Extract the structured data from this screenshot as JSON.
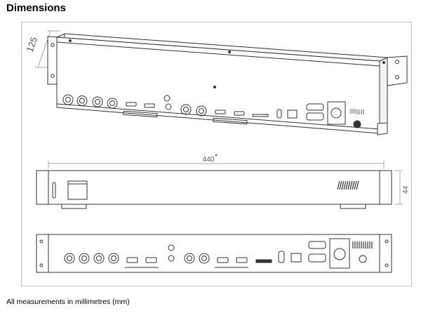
{
  "page": {
    "title": "Dimensions",
    "caption": "All measurements in millimetres (mm)"
  },
  "drawing": {
    "height_label": "125",
    "width_label": "440",
    "depth_label": "44"
  },
  "colors": {
    "line": "#333333",
    "frame": "#b8c4d6",
    "dim_text": "#555555"
  }
}
